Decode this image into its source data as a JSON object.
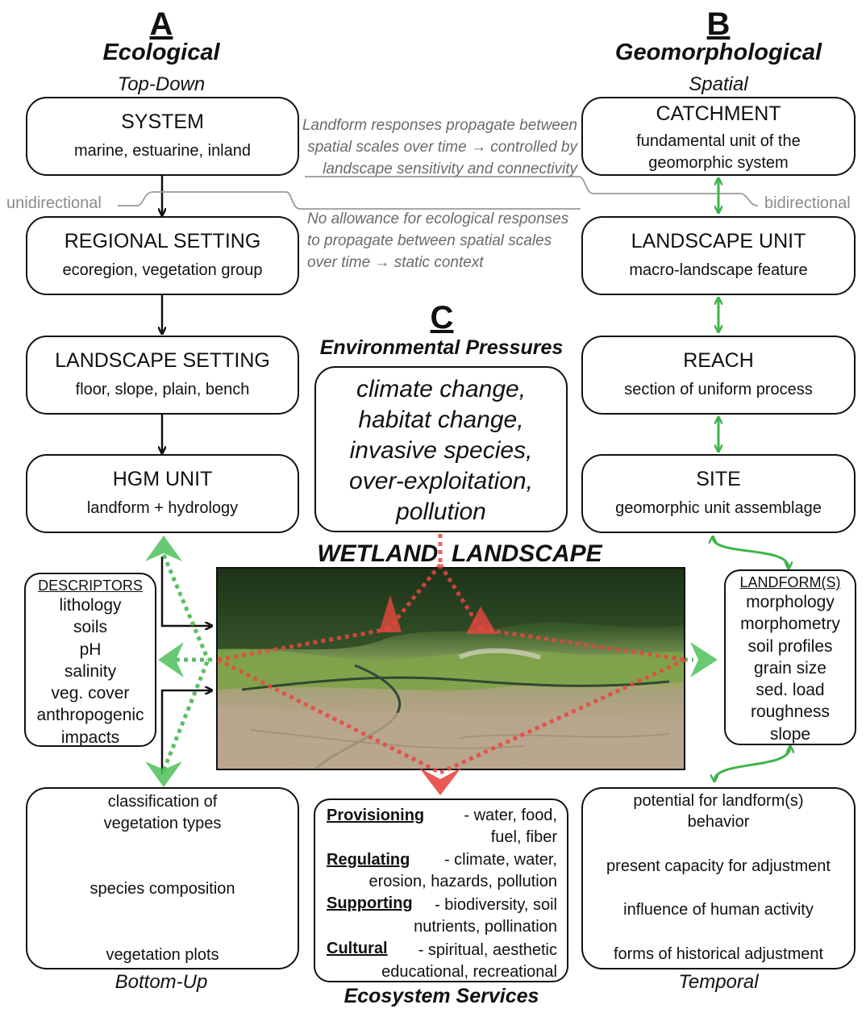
{
  "column_a": {
    "letter": "A",
    "heading": "Ecological",
    "top_label": "Top-Down",
    "bottom_label": "Bottom-Up",
    "hierarchy": [
      {
        "title": "SYSTEM",
        "subtitle": "marine, estuarine, inland"
      },
      {
        "title": "REGIONAL SETTING",
        "subtitle": "ecoregion, vegetation group"
      },
      {
        "title": "LANDSCAPE SETTING",
        "subtitle": "floor, slope, plain, bench"
      },
      {
        "title": "HGM UNIT",
        "subtitle": "landform + hydrology"
      }
    ],
    "unidirectional_label": "unidirectional",
    "descriptors": {
      "title": "DESCRIPTORS",
      "items": [
        "lithology",
        "soils",
        "pH",
        "salinity",
        "veg. cover",
        "anthropogenic",
        "impacts"
      ]
    },
    "bottom_up": [
      "classification of",
      "vegetation types",
      "species composition",
      "vegetation plots"
    ]
  },
  "column_b": {
    "letter": "B",
    "heading": "Geomorphological",
    "top_label": "Spatial",
    "bottom_label": "Temporal",
    "hierarchy": [
      {
        "title": "CATCHMENT",
        "subtitle_lines": [
          "fundamental unit of the",
          "geomorphic system"
        ]
      },
      {
        "title": "LANDSCAPE UNIT",
        "subtitle": "macro-landscape feature"
      },
      {
        "title": "REACH",
        "subtitle": "section of uniform process"
      },
      {
        "title": "SITE",
        "subtitle": "geomorphic unit assemblage"
      }
    ],
    "bidirectional_label": "bidirectional",
    "landforms": {
      "title": "LANDFORM(S)",
      "items": [
        "morphology",
        "morphometry",
        "soil profiles",
        "grain size",
        "sed. load",
        "roughness",
        "slope"
      ]
    },
    "temporal": [
      "potential for landform(s)",
      "behavior",
      "present capacity for adjustment",
      "influence of human activity",
      "forms of historical adjustment"
    ]
  },
  "notes": {
    "geomorph_lines": [
      "Landform responses propagate between",
      "spatial scales over time → controlled by",
      "landscape sensitivity and connectivity"
    ],
    "ecological_lines": [
      "No allowance for ecological responses",
      "to propagate between spatial scales",
      "over time → static context"
    ]
  },
  "column_c": {
    "letter": "C",
    "heading": "Environmental Pressures",
    "pressures": [
      "climate change,",
      "habitat change,",
      "invasive species,",
      "over-exploitation,",
      "pollution"
    ],
    "landscape_title": "WETLAND  LANDSCAPE",
    "services_heading": "Ecosystem Services",
    "services": [
      {
        "name": "Provisioning",
        "line1": "- water, food,",
        "line2": "fuel, fiber"
      },
      {
        "name": "Regulating",
        "line1": "- climate, water,",
        "line2": "erosion, hazards, pollution"
      },
      {
        "name": "Supporting",
        "line1": "- biodiversity, soil",
        "line2": "nutrients, pollination"
      },
      {
        "name": "Cultural",
        "line1": "- spiritual, aesthetic",
        "line2": "educational, recreational"
      }
    ]
  },
  "colors": {
    "black": "#111111",
    "green": "#3cb54a",
    "red": "#e8473f",
    "gray": "#7a7a7a"
  }
}
